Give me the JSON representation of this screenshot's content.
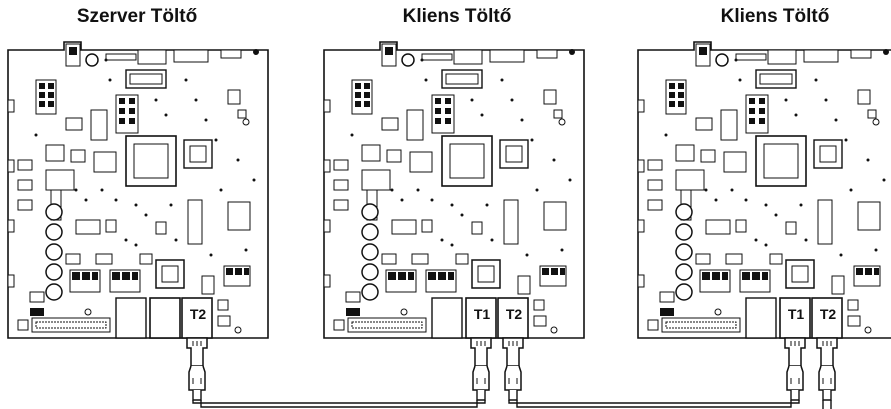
{
  "boards": [
    {
      "title": "Szerver Töltő",
      "ports": [
        "T2"
      ]
    },
    {
      "title": "Kliens Töltő",
      "ports": [
        "T1",
        "T2"
      ]
    },
    {
      "title": "Kliens Töltő",
      "ports": [
        "T1",
        "T2"
      ]
    }
  ],
  "colors": {
    "line": "#111111",
    "background": "#ffffff"
  }
}
